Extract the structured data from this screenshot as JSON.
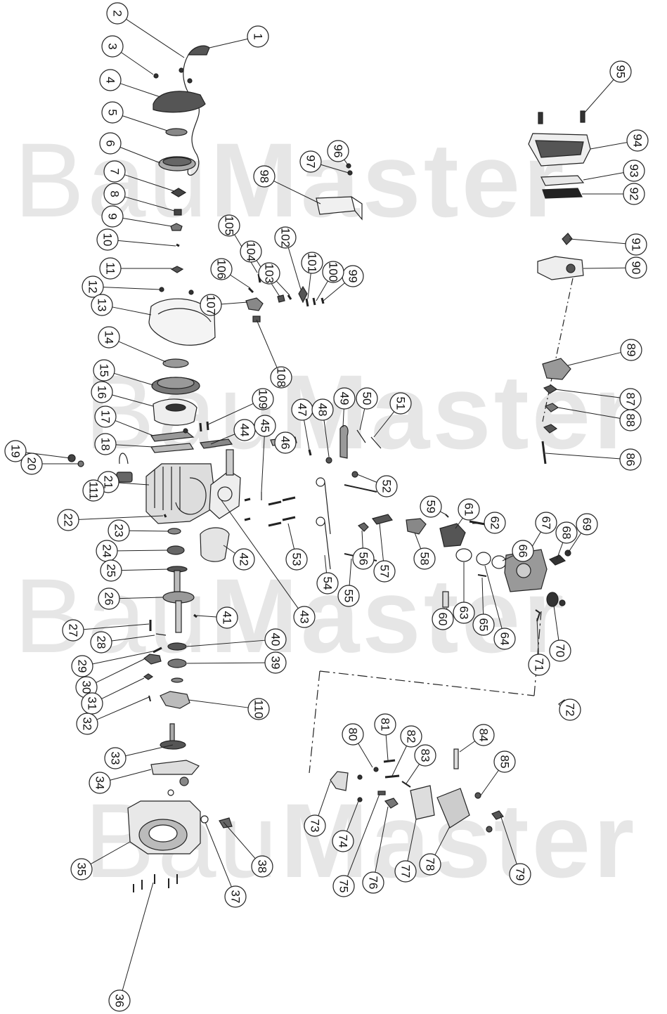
{
  "watermark": {
    "brand": "BauMaster",
    "part1": "Bau",
    "part2": "Master"
  },
  "callouts": [
    {
      "id": "1"
    },
    {
      "id": "2"
    },
    {
      "id": "3"
    },
    {
      "id": "4"
    },
    {
      "id": "5"
    },
    {
      "id": "6"
    },
    {
      "id": "7"
    },
    {
      "id": "8"
    },
    {
      "id": "9"
    },
    {
      "id": "10"
    },
    {
      "id": "11"
    },
    {
      "id": "12"
    },
    {
      "id": "13"
    },
    {
      "id": "14"
    },
    {
      "id": "15"
    },
    {
      "id": "16"
    },
    {
      "id": "17"
    },
    {
      "id": "18"
    },
    {
      "id": "19"
    },
    {
      "id": "20"
    },
    {
      "id": "21"
    },
    {
      "id": "22"
    },
    {
      "id": "23"
    },
    {
      "id": "24"
    },
    {
      "id": "25"
    },
    {
      "id": "26"
    },
    {
      "id": "27"
    },
    {
      "id": "28"
    },
    {
      "id": "29"
    },
    {
      "id": "30"
    },
    {
      "id": "31"
    },
    {
      "id": "32"
    },
    {
      "id": "33"
    },
    {
      "id": "34"
    },
    {
      "id": "35"
    },
    {
      "id": "36"
    },
    {
      "id": "37"
    },
    {
      "id": "38"
    },
    {
      "id": "39"
    },
    {
      "id": "40"
    },
    {
      "id": "41"
    },
    {
      "id": "42"
    },
    {
      "id": "43"
    },
    {
      "id": "44"
    },
    {
      "id": "45"
    },
    {
      "id": "46"
    },
    {
      "id": "47"
    },
    {
      "id": "48"
    },
    {
      "id": "49"
    },
    {
      "id": "50"
    },
    {
      "id": "51"
    },
    {
      "id": "52"
    },
    {
      "id": "53"
    },
    {
      "id": "54"
    },
    {
      "id": "55"
    },
    {
      "id": "56"
    },
    {
      "id": "57"
    },
    {
      "id": "58"
    },
    {
      "id": "59"
    },
    {
      "id": "60"
    },
    {
      "id": "61"
    },
    {
      "id": "62"
    },
    {
      "id": "63"
    },
    {
      "id": "64"
    },
    {
      "id": "65"
    },
    {
      "id": "66"
    },
    {
      "id": "67"
    },
    {
      "id": "68"
    },
    {
      "id": "69"
    },
    {
      "id": "70"
    },
    {
      "id": "71"
    },
    {
      "id": "72"
    },
    {
      "id": "73"
    },
    {
      "id": "74"
    },
    {
      "id": "75"
    },
    {
      "id": "76"
    },
    {
      "id": "77"
    },
    {
      "id": "78"
    },
    {
      "id": "79"
    },
    {
      "id": "80"
    },
    {
      "id": "81"
    },
    {
      "id": "82"
    },
    {
      "id": "83"
    },
    {
      "id": "84"
    },
    {
      "id": "85"
    },
    {
      "id": "86"
    },
    {
      "id": "87"
    },
    {
      "id": "88"
    },
    {
      "id": "89"
    },
    {
      "id": "90"
    },
    {
      "id": "91"
    },
    {
      "id": "92"
    },
    {
      "id": "93"
    },
    {
      "id": "94"
    },
    {
      "id": "95"
    },
    {
      "id": "96"
    },
    {
      "id": "97"
    },
    {
      "id": "98"
    },
    {
      "id": "99"
    },
    {
      "id": "100"
    },
    {
      "id": "101"
    },
    {
      "id": "102"
    },
    {
      "id": "103"
    },
    {
      "id": "104"
    },
    {
      "id": "105"
    },
    {
      "id": "106"
    },
    {
      "id": "107"
    },
    {
      "id": "108"
    },
    {
      "id": "109"
    },
    {
      "id": "110"
    },
    {
      "id": "111"
    }
  ]
}
